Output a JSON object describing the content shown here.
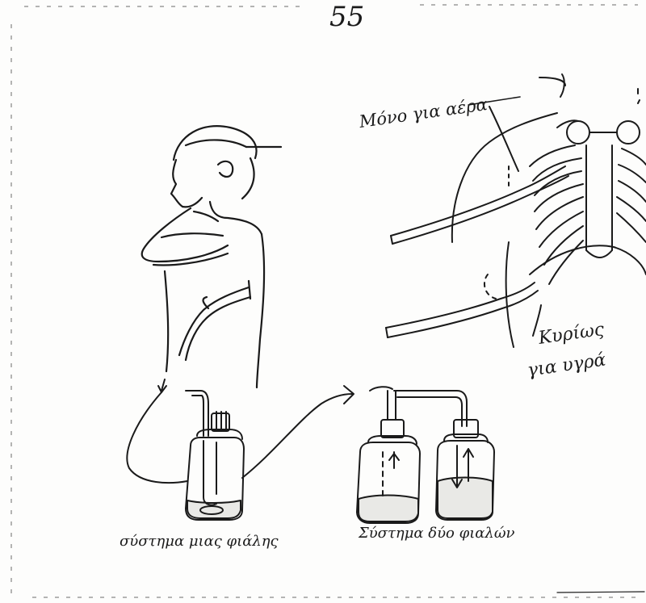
{
  "page_number": "55",
  "labels": {
    "air_only": "Μόνο για αέρα",
    "mainly_fluids_line1": "Κυρίως",
    "mainly_fluids_line2": "για υγρά",
    "single_bottle_system": "σύστημα μιας φιάλης",
    "two_bottle_system": "Σύστημα δύο φιαλών"
  },
  "colors": {
    "ink": "#1a1a1a",
    "paper": "#fdfdfc",
    "fluid": "#e9e9e6"
  }
}
